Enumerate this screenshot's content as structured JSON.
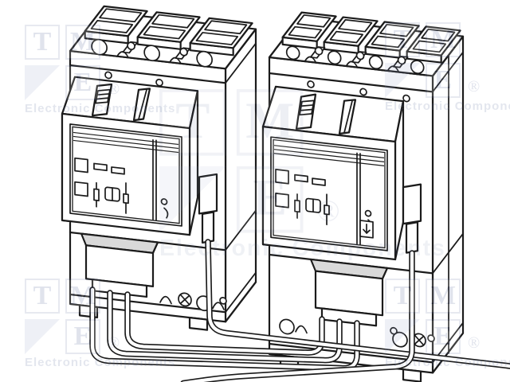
{
  "figure": {
    "description": "Line drawing of two molded-case circuit breakers interconnected with looped wires",
    "left_breaker": {
      "poles": 3
    },
    "right_breaker": {
      "poles": 4
    }
  },
  "watermark": {
    "letters": [
      "T",
      "M",
      "E"
    ],
    "registered": "®",
    "caption": "Electronic Components",
    "color": "#46578f"
  },
  "drawing": {
    "line_color": "#1b1b1b",
    "fill_color": "#ffffff",
    "shade_color": "#d9d9d9",
    "background": "#ffffff"
  }
}
